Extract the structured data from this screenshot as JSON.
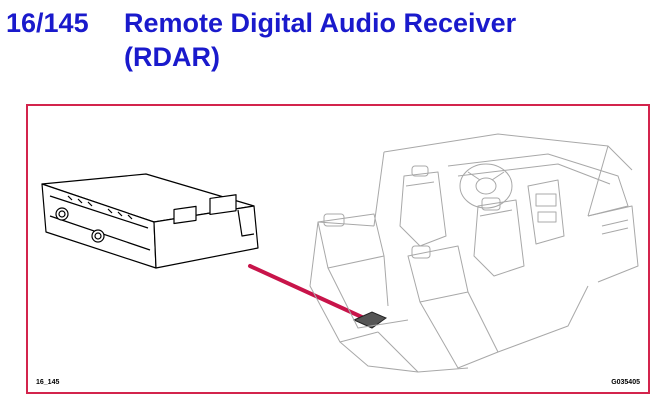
{
  "header": {
    "code": "16/145",
    "title": "Remote Digital Audio Receiver (RDAR)"
  },
  "figure": {
    "label_left": "16_145",
    "label_right": "G035405",
    "frame_color": "#d3244c",
    "pointer_color": "#c8144a",
    "title_color": "#1a1acc"
  }
}
